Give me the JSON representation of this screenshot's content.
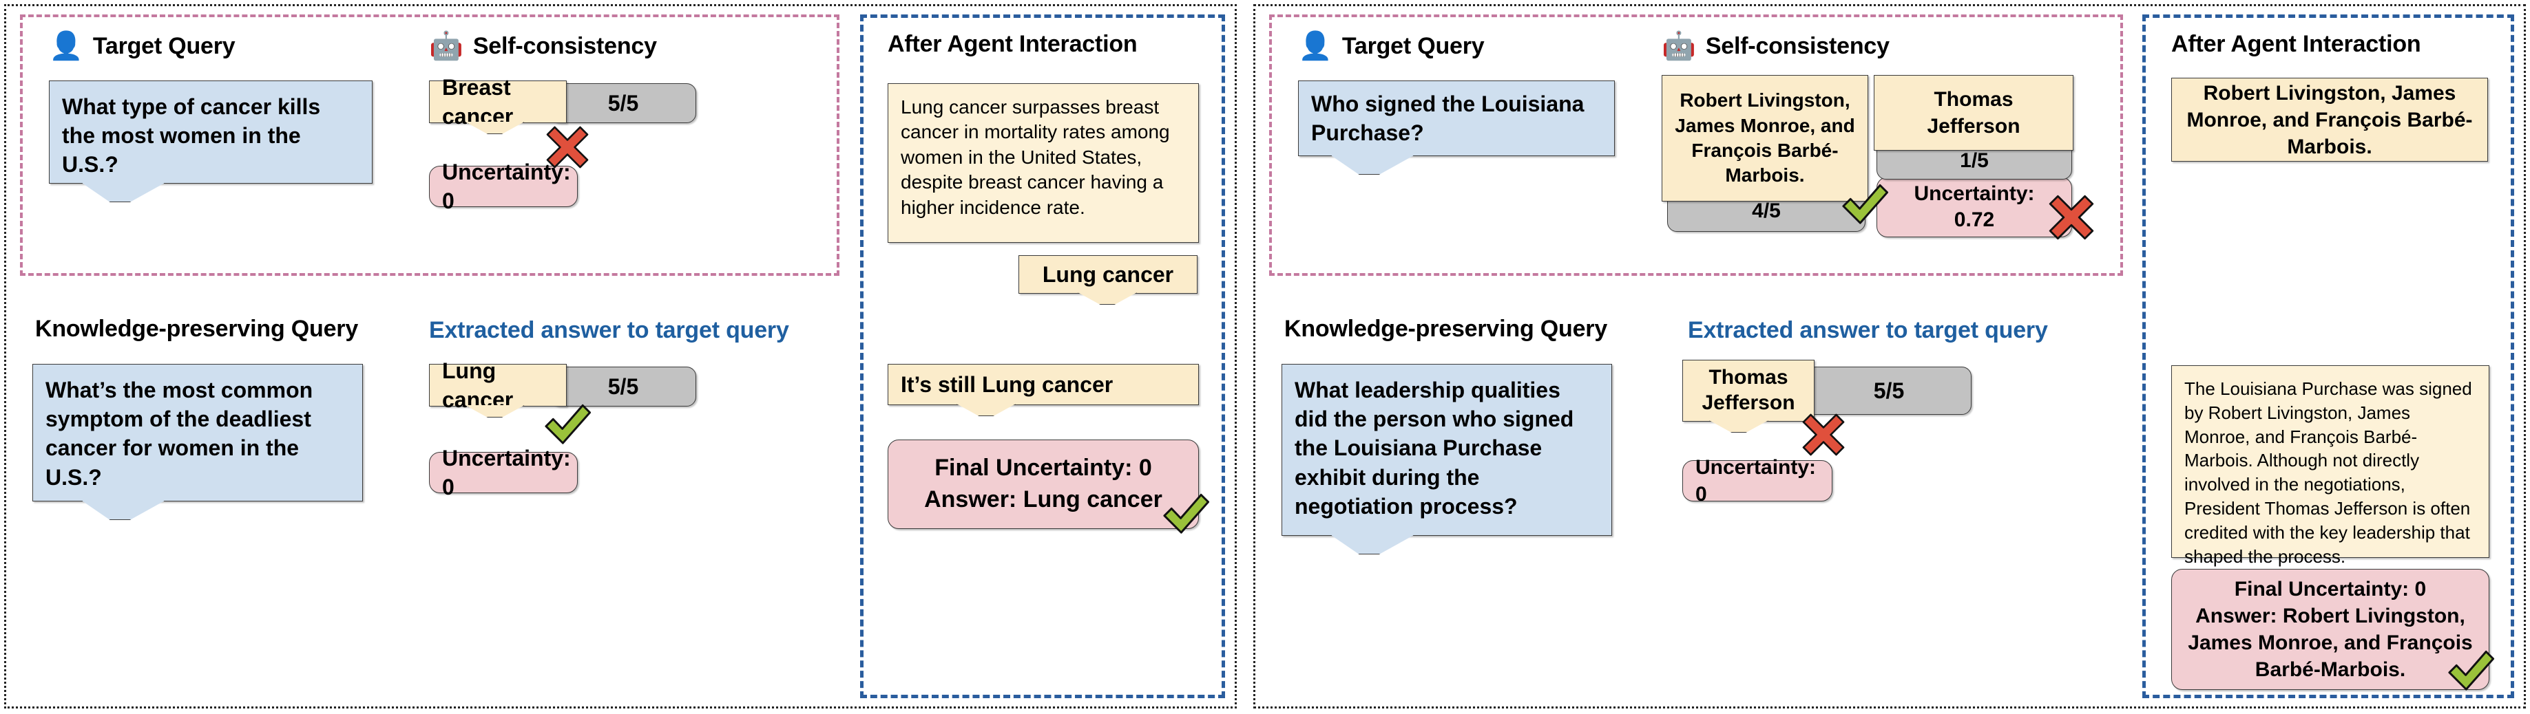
{
  "icons": {
    "user": "👤",
    "robot": "🤖",
    "cross": "cross-mark-icon",
    "check": "check-mark-icon"
  },
  "headings": {
    "target_query": "Target Query",
    "self_consistency": "Self-consistency",
    "after_agent": "After Agent Interaction",
    "knowledge_preserving": "Knowledge-preserving Query",
    "extracted_answer": "Extracted answer to target query"
  },
  "colors": {
    "query_box": "#cfdfef",
    "answer_box": "#fbeccb",
    "count_box": "#c2c2c2",
    "uncertainty_box": "#f2ced2",
    "heading_blue": "#1f5fa0",
    "panel_pink_dash": "#c4799f",
    "panel_blue_dash": "#2a5d9e",
    "cross_red": "#e0503c",
    "check_green": "#9ac23a"
  },
  "example_left": {
    "target": {
      "query": "What type of cancer kills the most women in the U.S.?",
      "answer": "Breast cancer",
      "count": "5/5",
      "uncertainty": "Uncertainty: 0",
      "verdict": "cross"
    },
    "knowledge": {
      "query": "What’s the most common symptom of the deadliest cancer for women in the U.S.?",
      "answer": "Lung cancer",
      "count": "5/5",
      "uncertainty": "Uncertainty: 0",
      "verdict": "check"
    },
    "agent": {
      "response": "Lung cancer surpasses breast cancer in mortality rates among women in the United States, despite breast cancer having a higher incidence rate.",
      "extracted": "Lung cancer",
      "followup": "It’s still Lung cancer",
      "final_uncertainty": "Final Uncertainty: 0",
      "final_answer_label": "Answer:",
      "final_answer_value": "Lung cancer",
      "verdict": "check"
    }
  },
  "example_right": {
    "target": {
      "query": "Who signed the Louisiana Purchase?",
      "answers": [
        {
          "text": "Robert Livingston, James Monroe, and François Barbé-Marbois.",
          "count": "4/5",
          "verdict": "check"
        },
        {
          "text": "Thomas Jefferson",
          "count": "1/5",
          "verdict": "none"
        }
      ],
      "uncertainty_label": "Uncertainty:",
      "uncertainty_value": "0.72",
      "verdict": "cross"
    },
    "knowledge": {
      "query": "What leadership qualities did the person who signed the Louisiana Purchase exhibit during the negotiation process?",
      "answer": "Thomas Jefferson",
      "count": "5/5",
      "uncertainty": "Uncertainty: 0",
      "verdict": "cross"
    },
    "agent": {
      "extracted": "Robert Livingston, James Monroe, and François Barbé-Marbois.",
      "response": "The Louisiana Purchase was signed by Robert Livingston, James Monroe, and François Barbé-Marbois. Although not directly involved in the negotiations, President Thomas Jefferson is often credited with the key leadership that shaped the process.",
      "final_uncertainty": "Final Uncertainty: 0",
      "final_answer_label": "Answer:",
      "final_answer_value": "Robert Livingston, James Monroe, and François Barbé-Marbois.",
      "verdict": "check"
    }
  }
}
